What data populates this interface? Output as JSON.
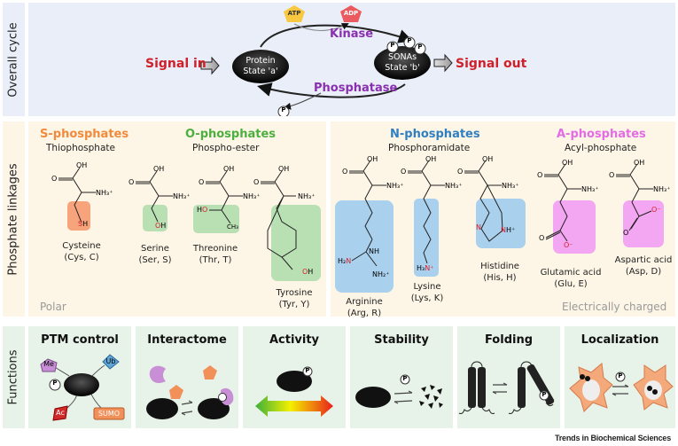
{
  "rows": {
    "overall_cycle": "Overall cycle",
    "phosphate_linkages": "Phosphate linkages",
    "functions": "Functions"
  },
  "cycle": {
    "signal_in": "Signal in",
    "signal_out": "Signal out",
    "state_a_line1": "Protein",
    "state_a_line2": "State 'a'",
    "state_b_line1": "SONAs",
    "state_b_line2": "State 'b'",
    "atp": "ATP",
    "adp": "ADP",
    "kinase": "Kinase",
    "phosphatase": "Phosphatase",
    "phospho": "P"
  },
  "linkages": {
    "groups": [
      {
        "title": "S-phosphates",
        "subtitle": "Thiophosphate",
        "color": "#f08a3c"
      },
      {
        "title": "O-phosphates",
        "subtitle": "Phospho-ester",
        "color": "#4caf3f"
      },
      {
        "title": "N-phosphates",
        "subtitle": "Phosphoramidate",
        "color": "#2f7fc1"
      },
      {
        "title": "A-phosphates",
        "subtitle": "Acyl-phosphate",
        "color": "#e46ce4"
      }
    ],
    "polar_label": "Polar",
    "charged_label": "Electrically charged",
    "amino_acids": [
      {
        "name": "Cysteine",
        "code": "(Cys, C)",
        "group": "S",
        "highlight": "#f7a47d",
        "site": "SH"
      },
      {
        "name": "Serine",
        "code": "(Ser, S)",
        "group": "O",
        "highlight": "#b8e0b3",
        "site": "OH"
      },
      {
        "name": "Threonine",
        "code": "(Thr, T)",
        "group": "O",
        "highlight": "#b8e0b3",
        "site": "HO"
      },
      {
        "name": "Tyrosine",
        "code": "(Tyr, Y)",
        "group": "O",
        "highlight": "#b8e0b3",
        "site": "OH"
      },
      {
        "name": "Arginine",
        "code": "(Arg, R)",
        "group": "N",
        "highlight": "#a9d1ee",
        "site": "N"
      },
      {
        "name": "Lysine",
        "code": "(Lys, K)",
        "group": "N",
        "highlight": "#a9d1ee",
        "site": "N+"
      },
      {
        "name": "Histidine",
        "code": "(His, H)",
        "group": "N",
        "highlight": "#a9d1ee",
        "site": "N"
      },
      {
        "name": "Glutamic acid",
        "code": "(Glu, E)",
        "group": "A",
        "highlight": "#f3a6f1",
        "site": "O-"
      },
      {
        "name": "Aspartic acid",
        "code": "(Asp, D)",
        "group": "A",
        "highlight": "#f3a6f1",
        "site": "O-"
      }
    ],
    "chem": {
      "oh": "OH",
      "o": "O",
      "nh3": "NH₃⁺",
      "sh_s": "S",
      "sh_h": "H",
      "ho_h": "H",
      "ho_o": "O",
      "ch3": "CH₃",
      "nh": "NH",
      "h2n": "H₂",
      "n": "N",
      "nh2": "NH₂⁺",
      "h3n": "H₃",
      "nplus": "N⁺",
      "hplus": "H⁺",
      "ominus": "O⁻"
    }
  },
  "functions": {
    "panels": [
      {
        "title": "PTM control"
      },
      {
        "title": "Interactome"
      },
      {
        "title": "Activity"
      },
      {
        "title": "Stability"
      },
      {
        "title": "Folding"
      },
      {
        "title": "Localization"
      }
    ],
    "ptm_tags": {
      "me": "Me",
      "ub": "Ub",
      "ac": "Ac",
      "sumo": "SUMO",
      "p": "P"
    }
  },
  "footer": "Trends in Biochemical Sciences",
  "colors": {
    "signal": "#d0202a",
    "enzyme": "#8a2fb0",
    "site": "#d9202a"
  }
}
